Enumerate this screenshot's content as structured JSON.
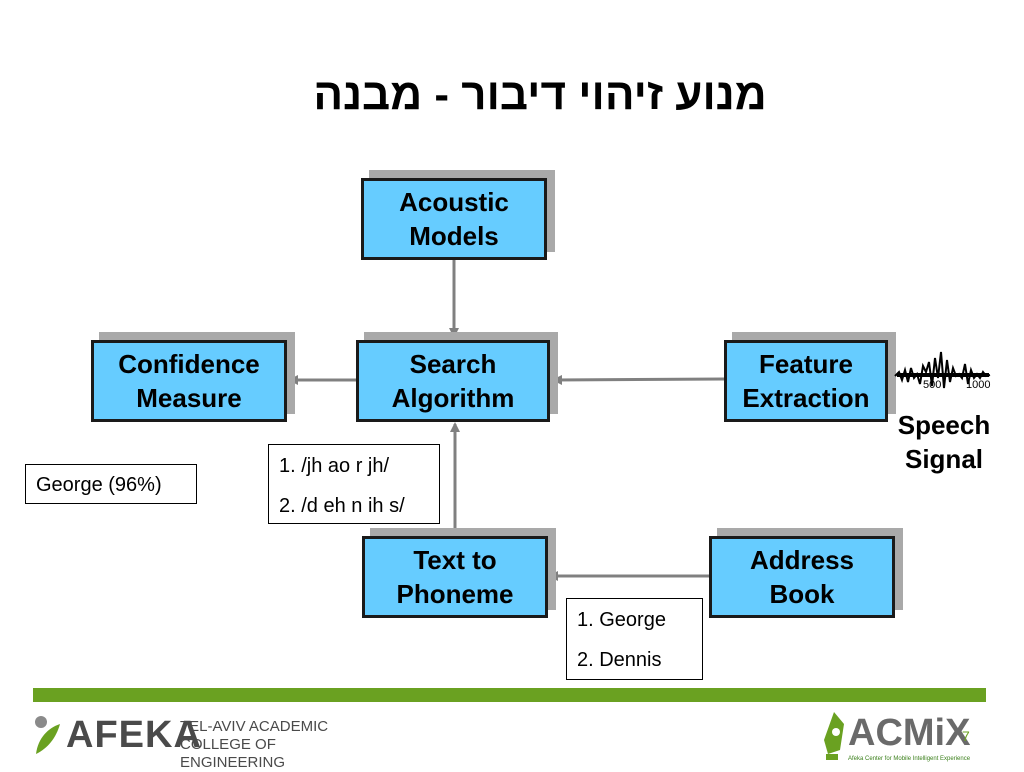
{
  "title": "מנוע זיהוי דיבור - מבנה",
  "boxes": {
    "acoustic": [
      "Acoustic",
      "Models"
    ],
    "search": [
      "Search",
      "Algorithm"
    ],
    "confidence": [
      "Confidence",
      "Measure"
    ],
    "feature": [
      "Feature",
      "Extraction"
    ],
    "text_to_phoneme": [
      "Text to",
      "Phoneme"
    ],
    "address_book": [
      "Address",
      "Book"
    ]
  },
  "notes": {
    "phonemes": [
      "1. /jh ao r jh/",
      "2. /d eh n ih s/"
    ],
    "names": [
      "1. George",
      "2. Dennis"
    ],
    "result": "George (96%)"
  },
  "speech_signal": [
    "Speech",
    "Signal"
  ],
  "waveform_labels": [
    "500",
    "1000"
  ],
  "footer": {
    "afeka_name": "AFEKA",
    "afeka_sub": [
      "TEL-AVIV ACADEMIC",
      "COLLEGE OF ENGINEERING"
    ],
    "acmix_name": "ACMiX",
    "acmix_sub": "Afeka Center for Mobile Intelligent Experience",
    "page_number": "7"
  },
  "colors": {
    "box_fill": "#66ccff",
    "accent_green": "#6aa121",
    "arrow": "#808080"
  }
}
